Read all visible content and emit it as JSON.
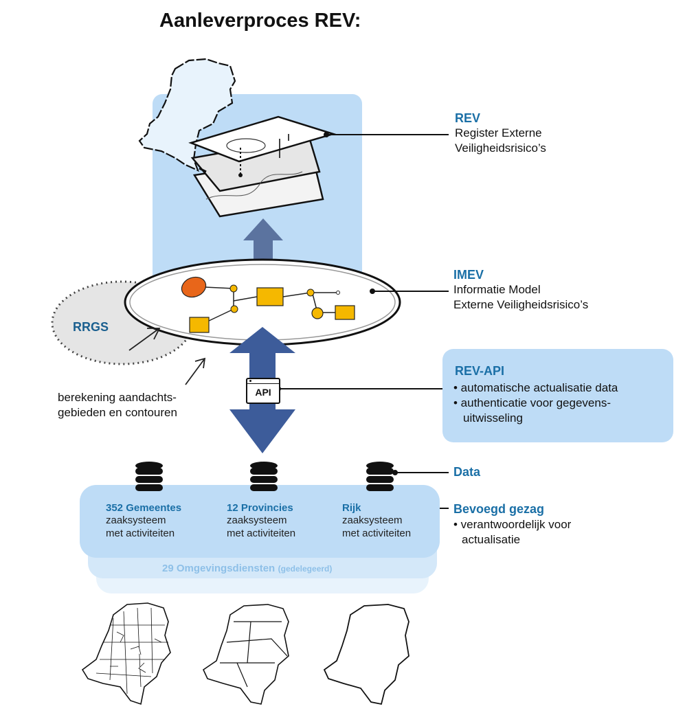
{
  "title": "Aanleverproces REV:",
  "rev": {
    "heading": "REV",
    "line1": "Register Externe",
    "line2": "Veiligheidsrisico’s"
  },
  "imev": {
    "heading": "IMEV",
    "line1": "Informatie Model",
    "line2": "Externe Veiligheidsrisico’s"
  },
  "rrgs": {
    "label": "RRGS"
  },
  "calc": {
    "line1": "berekening aandachts-",
    "line2": "gebieden en contouren"
  },
  "api": {
    "badge": "API",
    "heading": "REV-API",
    "bullet1": "• automatische actualisatie data",
    "bullet2a": "• authenticatie voor gegevens-",
    "bullet2b": "uitwisseling"
  },
  "data": {
    "label": "Data"
  },
  "bevoegd": {
    "heading": "Bevoegd gezag",
    "bullet1": "• verantwoordelijk voor",
    "bullet1b": "actualisatie"
  },
  "orgs": [
    {
      "title": "352 Gemeentes",
      "line1": "zaaksysteem",
      "line2": "met activiteiten"
    },
    {
      "title": "12 Provincies",
      "line1": "zaaksysteem",
      "line2": "met activiteiten"
    },
    {
      "title": "Rijk",
      "line1": "zaaksysteem",
      "line2": "met activiteiten"
    }
  ],
  "omgevingsdiensten": {
    "main": "29 Omgevingsdiensten",
    "sub": "(gedelegeerd)"
  },
  "colors": {
    "accent": "#1a6fa6",
    "panel": "#bedcf6",
    "arrow": "#3d5c9a",
    "arrowLight": "#5b739f",
    "node": "#f5b800",
    "nodeOrange": "#e8661a"
  }
}
